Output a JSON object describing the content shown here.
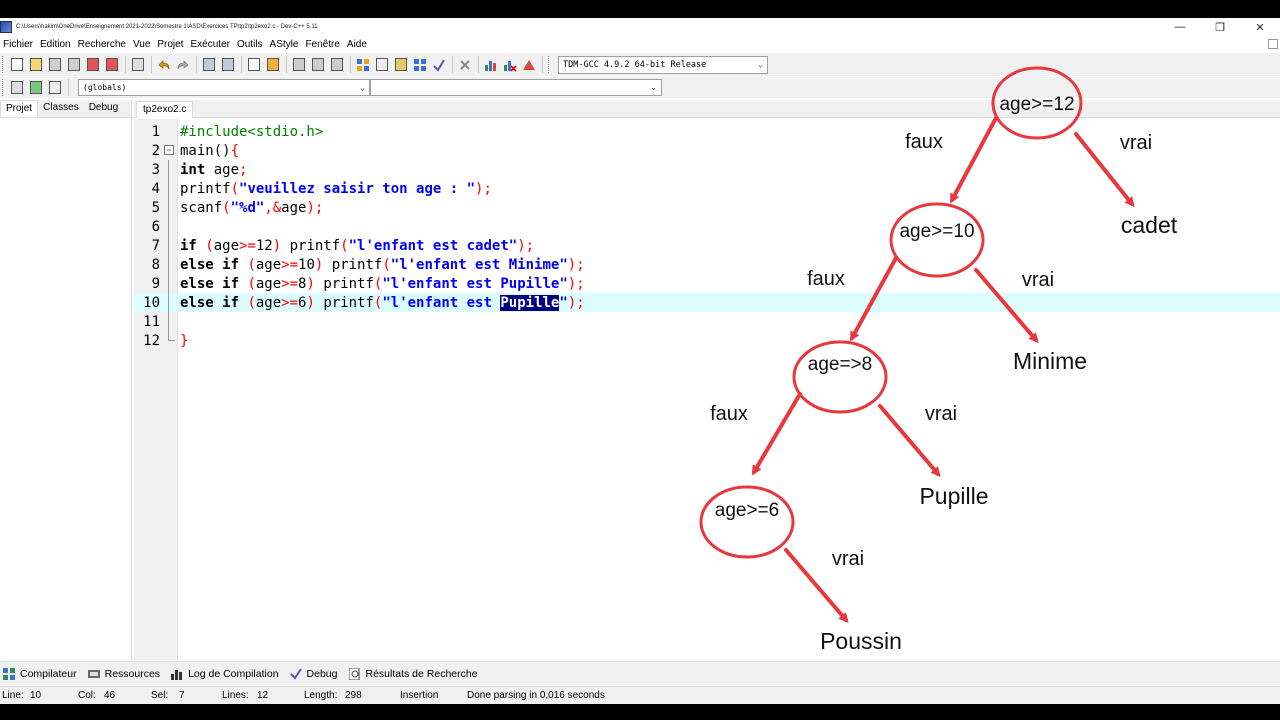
{
  "window": {
    "title": "C:\\Users\\hakim\\OneDrive\\Enseignement 2021-2022\\Semestre 1\\ASD\\Exercices TP\\tp2\\tp2exo2.c - Dev-C++ 5.11",
    "min": "—",
    "max": "❐",
    "close": "✕"
  },
  "menu": [
    "Fichier",
    "Edition",
    "Recherche",
    "Vue",
    "Projet",
    "Exécuter",
    "Outils",
    "AStyle",
    "Fenêtre",
    "Aide"
  ],
  "toolbar": {
    "compiler": "TDM-GCC 4.9.2 64-bit Release",
    "scope": "(globals)"
  },
  "left_tabs": [
    "Projet",
    "Classes",
    "Debug"
  ],
  "editor_tab": "tp2exo2.c",
  "code_lines": [
    "1",
    "2",
    "3",
    "4",
    "5",
    "6",
    "7",
    "8",
    "9",
    "10",
    "11",
    "12"
  ],
  "code": {
    "l1": "#include<stdio.h>",
    "l2a": "main()",
    "l2b": "{",
    "l3a": "int",
    "l3b": " age",
    "l3c": ";",
    "l4a": "printf",
    "l4b": "(",
    "l4c": "\"veuillez saisir ton age : \"",
    "l4d": ");",
    "l5a": "scanf",
    "l5b": "(",
    "l5c": "\"%d\"",
    "l5d": ",&",
    "l5e": "age",
    "l5f": ");",
    "l7a": "if",
    "l7b": " (",
    "l7c": "age",
    "l7d": ">=",
    "l7e": "12",
    "l7f": ") ",
    "l7g": "printf",
    "l7h": "(",
    "l7i": "\"l'enfant est cadet\"",
    "l7j": ");",
    "l8a": "else if",
    "l8b": " (",
    "l8c": "age",
    "l8d": ">=",
    "l8e": "10",
    "l8f": ") ",
    "l8g": "printf",
    "l8h": "(",
    "l8i": "\"l'enfant est Minime\"",
    "l8j": ");",
    "l9a": "else if",
    "l9b": " (",
    "l9c": "age",
    "l9d": ">=",
    "l9e": "8",
    "l9f": ") ",
    "l9g": "printf",
    "l9h": "(",
    "l9i": "\"l'enfant est Pupille\"",
    "l9j": ");",
    "l10a": "else if",
    "l10b": " (",
    "l10c": "age",
    "l10d": ">=",
    "l10e": "6",
    "l10f": ") ",
    "l10g": "printf",
    "l10h": "(",
    "l10i": "\"l'enfant est ",
    "l10sel": "Pupille",
    "l10k": "\"",
    "l10l": ");",
    "l12": "}"
  },
  "diagram": {
    "n1": "age>=12",
    "n2": "age>=10",
    "n3": "age=>8",
    "n4": "age>=6",
    "faux1": "faux",
    "vrai1": "vrai",
    "faux2": "faux",
    "vrai2": "vrai",
    "faux3": "faux",
    "vrai3": "vrai",
    "vrai4": "vrai",
    "cadet": "cadet",
    "minime": "Minime",
    "pupille": "Pupille",
    "poussin": "Poussin",
    "accent_color": "#e8373d"
  },
  "bottom_tabs": [
    "Compilateur",
    "Ressources",
    "Log de Compilation",
    "Debug",
    "Résultats de Recherche"
  ],
  "status": {
    "line_label": "Line:",
    "line": "10",
    "col_label": "Col:",
    "col": "46",
    "sel_label": "Sel:",
    "sel": "7",
    "lines_label": "Lines:",
    "lines": "12",
    "length_label": "Length:",
    "length": "298",
    "mode": "Insertion",
    "message": "Done parsing in 0,016 seconds"
  }
}
